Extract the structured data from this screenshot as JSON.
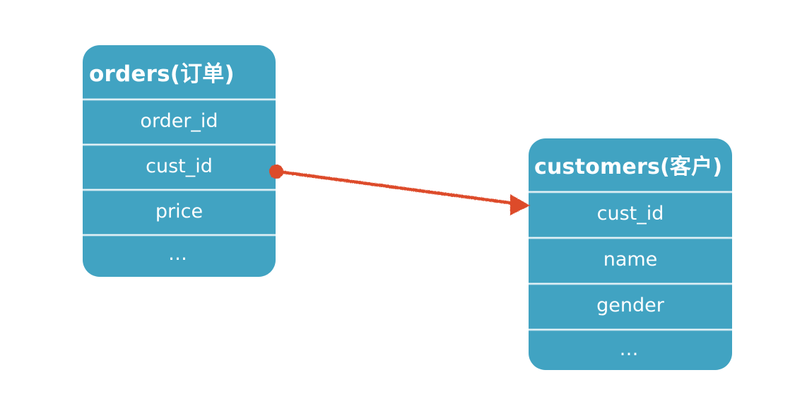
{
  "diagram": {
    "type": "entity-relationship",
    "background_color": "#ffffff",
    "table_fill_color": "#41A3C2",
    "table_text_color": "#ffffff",
    "relationship_color": "#DD4B2B",
    "tables": [
      {
        "id": "orders",
        "title": "orders(订单)",
        "rows": [
          {
            "label": "order_id"
          },
          {
            "label": "cust_id"
          },
          {
            "label": "price"
          },
          {
            "label": "…"
          }
        ]
      },
      {
        "id": "customers",
        "title": "customers(客户)",
        "rows": [
          {
            "label": "cust_id"
          },
          {
            "label": "name"
          },
          {
            "label": "gender"
          },
          {
            "label": "…"
          }
        ]
      }
    ],
    "relationship": {
      "from_table": "orders",
      "from_field": "cust_id",
      "to_table": "customers",
      "to_field": "cust_id",
      "marker_start": "filled-circle",
      "marker_end": "arrowhead"
    }
  }
}
